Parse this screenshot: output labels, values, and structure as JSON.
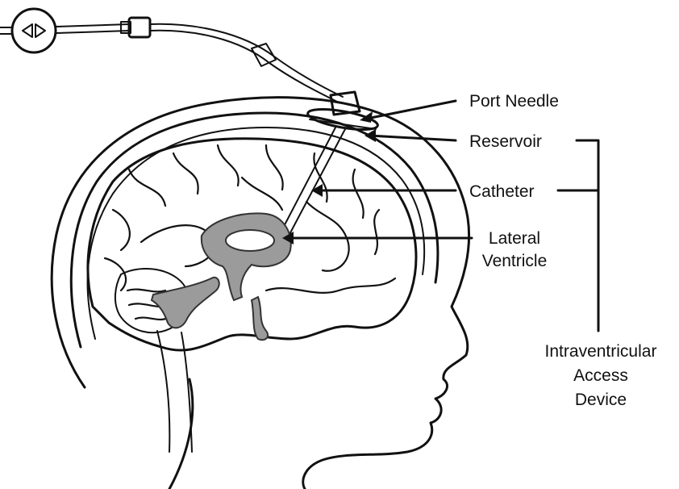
{
  "labels": {
    "port_needle": "Port Needle",
    "reservoir": "Reservoir",
    "catheter": "Catheter",
    "lateral_ventricle_line1": "Lateral",
    "lateral_ventricle_line2": "Ventricle",
    "device_line1": "Intraventricular",
    "device_line2": "Access",
    "device_line3": "Device"
  }
}
